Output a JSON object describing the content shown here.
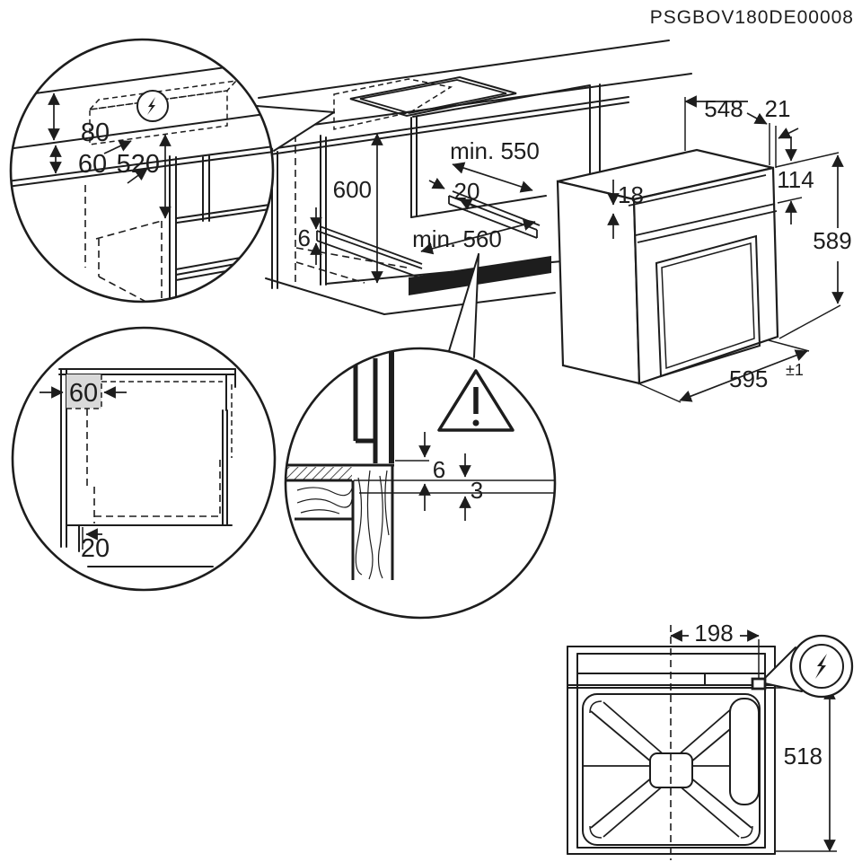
{
  "title": "PSGBOV180DE00008",
  "colors": {
    "line": "#1d1d1d",
    "shade": "#d9d9d9"
  },
  "detail_electrical": {
    "wall_strip_height": "80",
    "side_clearance": "60",
    "outlet_drop": "520",
    "icon": "electrical-connection-icon"
  },
  "niche": {
    "height": "600",
    "depth": "min. 550",
    "rail_setback": "20",
    "rail_thickness": "6",
    "width": "min. 560"
  },
  "oven": {
    "body_depth": "548",
    "frame_depth": "21",
    "top_clearance": "18",
    "panel_height": "114",
    "height": "589",
    "width": "595",
    "width_tolerance": "±1"
  },
  "detail_side_section": {
    "top_gap": "60",
    "bottom_gap": "20"
  },
  "detail_hob_gap": {
    "hob_gap": "6",
    "worktop_gap": "3",
    "icon": "warning-icon"
  },
  "rear_view": {
    "connection_offset": "198",
    "height": "518",
    "icon": "electrical-connection-icon"
  }
}
